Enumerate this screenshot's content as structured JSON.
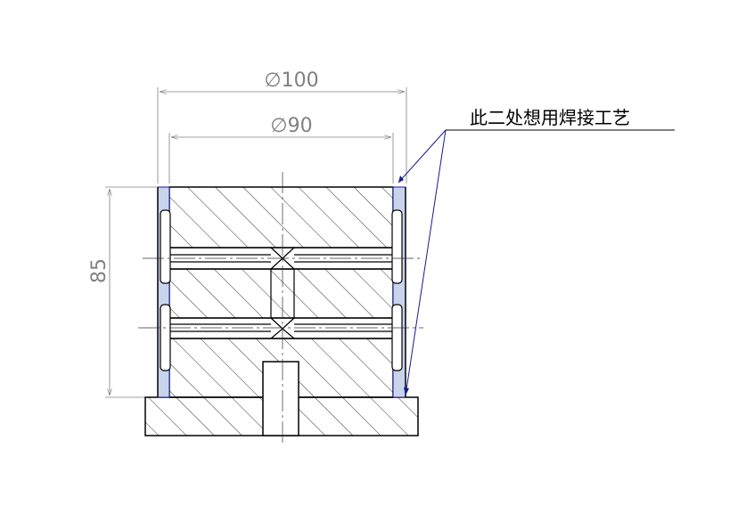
{
  "dimensions": {
    "outer_diameter": "∅100",
    "inner_diameter": "∅90",
    "height": "85"
  },
  "annotation": {
    "text": "此二处想用焊接工艺"
  },
  "colors": {
    "outline": "#000000",
    "hatch": "#000000",
    "dimension": "#808080",
    "leader": "#1a1a8c",
    "weld_fill": "#c8d4ec"
  }
}
